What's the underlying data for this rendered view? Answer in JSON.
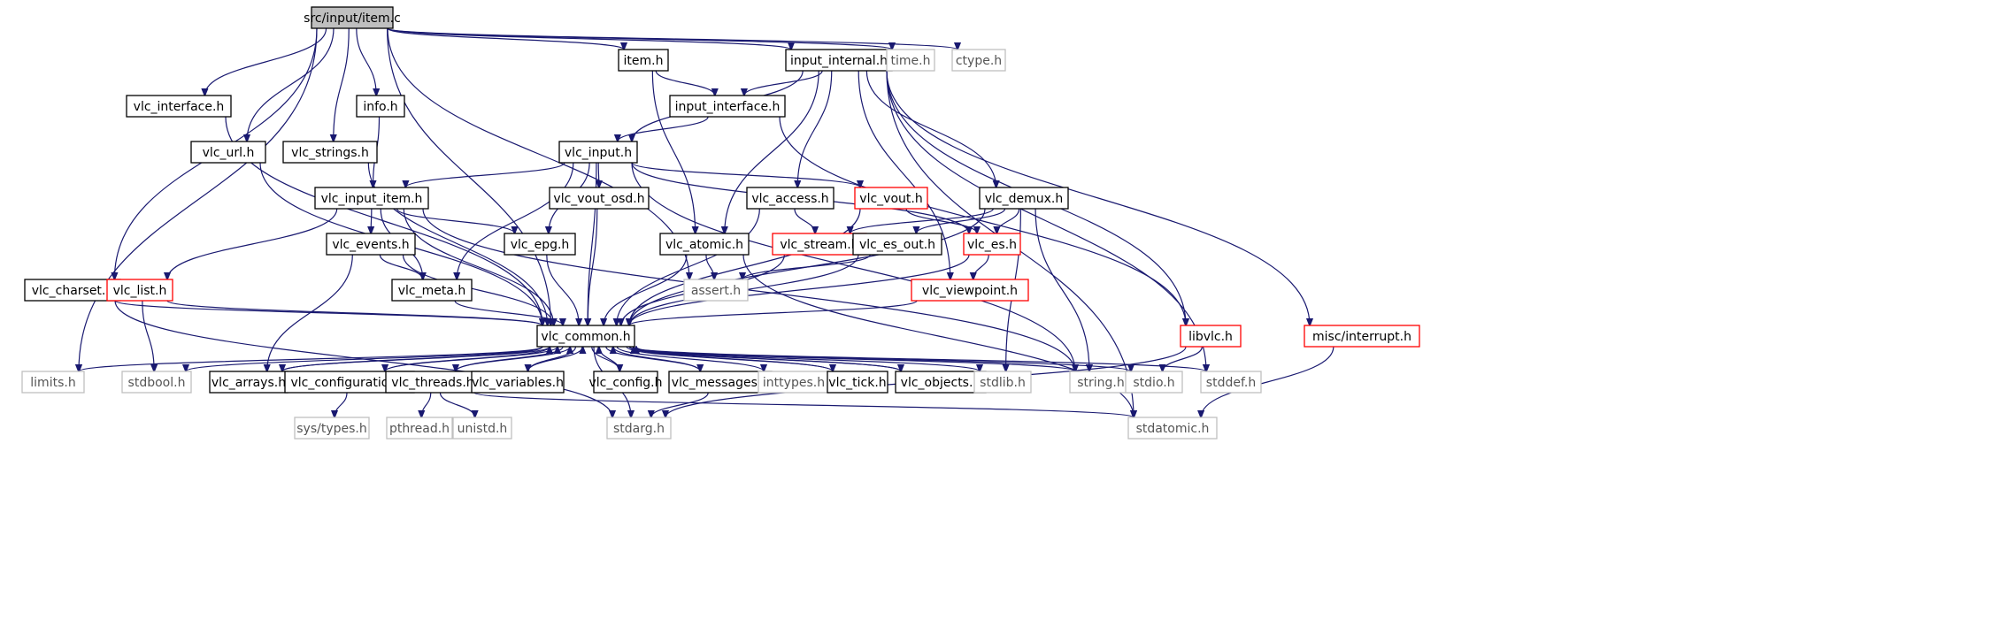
{
  "diagram": {
    "nodes": [
      {
        "id": "item_c",
        "label": "src/input/item.c",
        "style": "root"
      },
      {
        "id": "item_h",
        "label": "item.h",
        "style": "black"
      },
      {
        "id": "input_internal_h",
        "label": "input_internal.h",
        "style": "black"
      },
      {
        "id": "time_h",
        "label": "time.h",
        "style": "gray"
      },
      {
        "id": "ctype_h",
        "label": "ctype.h",
        "style": "gray"
      },
      {
        "id": "vlc_interface_h",
        "label": "vlc_interface.h",
        "style": "black"
      },
      {
        "id": "info_h",
        "label": "info.h",
        "style": "black"
      },
      {
        "id": "input_interface_h",
        "label": "input_interface.h",
        "style": "black"
      },
      {
        "id": "vlc_url_h",
        "label": "vlc_url.h",
        "style": "black"
      },
      {
        "id": "vlc_strings_h",
        "label": "vlc_strings.h",
        "style": "black"
      },
      {
        "id": "vlc_input_h",
        "label": "vlc_input.h",
        "style": "black"
      },
      {
        "id": "vlc_input_item_h",
        "label": "vlc_input_item.h",
        "style": "black"
      },
      {
        "id": "vlc_vout_osd_h",
        "label": "vlc_vout_osd.h",
        "style": "black"
      },
      {
        "id": "vlc_access_h",
        "label": "vlc_access.h",
        "style": "black"
      },
      {
        "id": "vlc_vout_h",
        "label": "vlc_vout.h",
        "style": "red"
      },
      {
        "id": "vlc_demux_h",
        "label": "vlc_demux.h",
        "style": "black"
      },
      {
        "id": "vlc_events_h",
        "label": "vlc_events.h",
        "style": "black"
      },
      {
        "id": "vlc_epg_h",
        "label": "vlc_epg.h",
        "style": "black"
      },
      {
        "id": "vlc_atomic_h",
        "label": "vlc_atomic.h",
        "style": "black"
      },
      {
        "id": "vlc_stream_h",
        "label": "vlc_stream.h",
        "style": "red"
      },
      {
        "id": "vlc_es_out_h",
        "label": "vlc_es_out.h",
        "style": "black"
      },
      {
        "id": "vlc_es_h",
        "label": "vlc_es.h",
        "style": "red"
      },
      {
        "id": "vlc_charset_h",
        "label": "vlc_charset.h",
        "style": "black"
      },
      {
        "id": "vlc_list_h",
        "label": "vlc_list.h",
        "style": "red"
      },
      {
        "id": "vlc_meta_h",
        "label": "vlc_meta.h",
        "style": "black"
      },
      {
        "id": "assert_h",
        "label": "assert.h",
        "style": "gray"
      },
      {
        "id": "vlc_viewpoint_h",
        "label": "vlc_viewpoint.h",
        "style": "red"
      },
      {
        "id": "libvlc_h",
        "label": "libvlc.h",
        "style": "red"
      },
      {
        "id": "misc_interrupt_h",
        "label": "misc/interrupt.h",
        "style": "red"
      },
      {
        "id": "vlc_common_h",
        "label": "vlc_common.h",
        "style": "black"
      },
      {
        "id": "limits_h",
        "label": "limits.h",
        "style": "gray"
      },
      {
        "id": "stdbool_h",
        "label": "stdbool.h",
        "style": "gray"
      },
      {
        "id": "vlc_arrays_h",
        "label": "vlc_arrays.h",
        "style": "black"
      },
      {
        "id": "vlc_configuration_h",
        "label": "vlc_configuration.h",
        "style": "black"
      },
      {
        "id": "vlc_threads_h",
        "label": "vlc_threads.h",
        "style": "black"
      },
      {
        "id": "vlc_variables_h",
        "label": "vlc_variables.h",
        "style": "black"
      },
      {
        "id": "vlc_config_h",
        "label": "vlc_config.h",
        "style": "black"
      },
      {
        "id": "vlc_messages_h",
        "label": "vlc_messages.h",
        "style": "black"
      },
      {
        "id": "inttypes_h",
        "label": "inttypes.h",
        "style": "gray"
      },
      {
        "id": "vlc_tick_h",
        "label": "vlc_tick.h",
        "style": "black"
      },
      {
        "id": "vlc_objects_h",
        "label": "vlc_objects.h",
        "style": "black"
      },
      {
        "id": "stdlib_h",
        "label": "stdlib.h",
        "style": "gray"
      },
      {
        "id": "string_h",
        "label": "string.h",
        "style": "gray"
      },
      {
        "id": "stdio_h",
        "label": "stdio.h",
        "style": "gray"
      },
      {
        "id": "stddef_h",
        "label": "stddef.h",
        "style": "gray"
      },
      {
        "id": "sys_types_h",
        "label": "sys/types.h",
        "style": "gray"
      },
      {
        "id": "pthread_h",
        "label": "pthread.h",
        "style": "gray"
      },
      {
        "id": "unistd_h",
        "label": "unistd.h",
        "style": "gray"
      },
      {
        "id": "stdarg_h",
        "label": "stdarg.h",
        "style": "gray"
      },
      {
        "id": "stdatomic_h",
        "label": "stdatomic.h",
        "style": "gray"
      }
    ],
    "edges": [
      [
        "item_c",
        "limits_h"
      ],
      [
        "item_c",
        "vlc_charset_h"
      ],
      [
        "item_c",
        "vlc_interface_h"
      ],
      [
        "item_c",
        "vlc_url_h"
      ],
      [
        "item_c",
        "vlc_common_h"
      ],
      [
        "item_c",
        "vlc_strings_h"
      ],
      [
        "item_c",
        "info_h"
      ],
      [
        "item_c",
        "assert_h"
      ],
      [
        "item_c",
        "item_h"
      ],
      [
        "item_c",
        "input_internal_h"
      ],
      [
        "item_c",
        "time_h"
      ],
      [
        "item_c",
        "ctype_h"
      ],
      [
        "item_h",
        "input_interface_h"
      ],
      [
        "item_h",
        "vlc_atomic_h"
      ],
      [
        "input_internal_h",
        "input_interface_h"
      ],
      [
        "input_internal_h",
        "vlc_input_h"
      ],
      [
        "input_internal_h",
        "vlc_access_h"
      ],
      [
        "input_internal_h",
        "vlc_atomic_h"
      ],
      [
        "input_internal_h",
        "vlc_demux_h"
      ],
      [
        "input_internal_h",
        "vlc_viewpoint_h"
      ],
      [
        "input_internal_h",
        "libvlc_h"
      ],
      [
        "input_internal_h",
        "stddef_h"
      ],
      [
        "input_internal_h",
        "stdatomic_h"
      ],
      [
        "input_internal_h",
        "misc_interrupt_h"
      ],
      [
        "input_interface_h",
        "vlc_input_h"
      ],
      [
        "input_interface_h",
        "libvlc_h"
      ],
      [
        "vlc_interface_h",
        "vlc_common_h"
      ],
      [
        "vlc_url_h",
        "vlc_common_h"
      ],
      [
        "vlc_strings_h",
        "vlc_common_h"
      ],
      [
        "info_h",
        "vlc_input_item_h"
      ],
      [
        "vlc_input_h",
        "vlc_input_item_h"
      ],
      [
        "vlc_input_h",
        "vlc_meta_h"
      ],
      [
        "vlc_input_h",
        "vlc_common_h"
      ],
      [
        "vlc_input_h",
        "vlc_epg_h"
      ],
      [
        "vlc_input_h",
        "vlc_vout_osd_h"
      ],
      [
        "vlc_input_h",
        "vlc_vout_h"
      ],
      [
        "vlc_input_h",
        "vlc_es_h"
      ],
      [
        "vlc_input_h",
        "string_h"
      ],
      [
        "vlc_input_item_h",
        "vlc_list_h"
      ],
      [
        "vlc_input_item_h",
        "vlc_common_h"
      ],
      [
        "vlc_input_item_h",
        "vlc_events_h"
      ],
      [
        "vlc_input_item_h",
        "vlc_meta_h"
      ],
      [
        "vlc_input_item_h",
        "vlc_epg_h"
      ],
      [
        "vlc_input_item_h",
        "string_h"
      ],
      [
        "vlc_vout_osd_h",
        "vlc_common_h"
      ],
      [
        "vlc_access_h",
        "vlc_common_h"
      ],
      [
        "vlc_access_h",
        "vlc_stream_h"
      ],
      [
        "vlc_vout_h",
        "vlc_common_h"
      ],
      [
        "vlc_vout_h",
        "vlc_es_h"
      ],
      [
        "vlc_demux_h",
        "vlc_stream_h"
      ],
      [
        "vlc_demux_h",
        "vlc_es_out_h"
      ],
      [
        "vlc_demux_h",
        "vlc_es_h"
      ],
      [
        "vlc_demux_h",
        "vlc_common_h"
      ],
      [
        "vlc_demux_h",
        "stdlib_h"
      ],
      [
        "vlc_demux_h",
        "string_h"
      ],
      [
        "vlc_events_h",
        "vlc_meta_h"
      ],
      [
        "vlc_events_h",
        "vlc_common_h"
      ],
      [
        "vlc_events_h",
        "vlc_arrays_h"
      ],
      [
        "vlc_epg_h",
        "vlc_common_h"
      ],
      [
        "vlc_atomic_h",
        "assert_h"
      ],
      [
        "vlc_atomic_h",
        "vlc_common_h"
      ],
      [
        "vlc_atomic_h",
        "stdatomic_h"
      ],
      [
        "vlc_stream_h",
        "vlc_common_h"
      ],
      [
        "vlc_es_out_h",
        "assert_h"
      ],
      [
        "vlc_es_out_h",
        "vlc_common_h"
      ],
      [
        "vlc_es_h",
        "vlc_viewpoint_h"
      ],
      [
        "vlc_es_h",
        "vlc_common_h"
      ],
      [
        "vlc_viewpoint_h",
        "vlc_common_h"
      ],
      [
        "vlc_charset_h",
        "vlc_common_h"
      ],
      [
        "vlc_charset_h",
        "stdarg_h"
      ],
      [
        "vlc_list_h",
        "vlc_common_h"
      ],
      [
        "vlc_list_h",
        "stdbool_h"
      ],
      [
        "vlc_meta_h",
        "vlc_common_h"
      ],
      [
        "libvlc_h",
        "stdio_h"
      ],
      [
        "libvlc_h",
        "stdarg_h"
      ],
      [
        "misc_interrupt_h",
        "stdatomic_h"
      ],
      [
        "vlc_common_h",
        "limits_h"
      ],
      [
        "vlc_common_h",
        "stdbool_h"
      ],
      [
        "vlc_common_h",
        "vlc_arrays_h"
      ],
      [
        "vlc_common_h",
        "vlc_configuration_h"
      ],
      [
        "vlc_common_h",
        "vlc_threads_h"
      ],
      [
        "vlc_common_h",
        "vlc_variables_h"
      ],
      [
        "vlc_common_h",
        "vlc_config_h"
      ],
      [
        "vlc_common_h",
        "vlc_messages_h"
      ],
      [
        "vlc_common_h",
        "inttypes_h"
      ],
      [
        "vlc_common_h",
        "vlc_tick_h"
      ],
      [
        "vlc_common_h",
        "vlc_objects_h"
      ],
      [
        "vlc_common_h",
        "stdlib_h"
      ],
      [
        "vlc_common_h",
        "string_h"
      ],
      [
        "vlc_common_h",
        "stdio_h"
      ],
      [
        "vlc_common_h",
        "stddef_h"
      ],
      [
        "vlc_common_h",
        "stdarg_h"
      ],
      [
        "vlc_arrays_h",
        "vlc_common_h"
      ],
      [
        "vlc_configuration_h",
        "vlc_common_h"
      ],
      [
        "vlc_configuration_h",
        "sys_types_h"
      ],
      [
        "vlc_threads_h",
        "vlc_common_h"
      ],
      [
        "vlc_threads_h",
        "pthread_h"
      ],
      [
        "vlc_threads_h",
        "unistd_h"
      ],
      [
        "vlc_threads_h",
        "stdatomic_h"
      ],
      [
        "vlc_variables_h",
        "vlc_common_h"
      ],
      [
        "vlc_config_h",
        "vlc_common_h"
      ],
      [
        "vlc_messages_h",
        "vlc_common_h"
      ],
      [
        "vlc_messages_h",
        "stdarg_h"
      ],
      [
        "vlc_tick_h",
        "vlc_common_h"
      ],
      [
        "vlc_objects_h",
        "vlc_common_h"
      ]
    ]
  }
}
